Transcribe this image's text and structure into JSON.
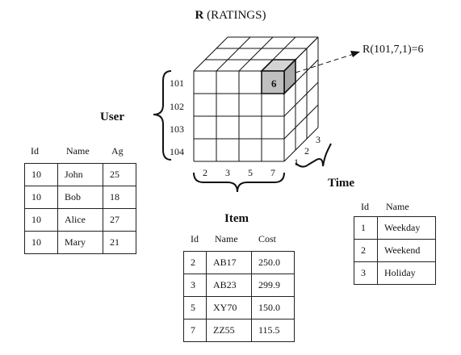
{
  "title": {
    "bold_part": "R",
    "rest": " (RATINGS)"
  },
  "annotation": "R(101,7,1)=6",
  "highlight_value": "6",
  "highlight_color": "#bfbfbf",
  "user_label": "User",
  "item_label": "Item",
  "time_label": "Time",
  "user_axis": [
    "101",
    "102",
    "103",
    "104"
  ],
  "item_axis": [
    "2",
    "3",
    "5",
    "7"
  ],
  "time_axis": [
    "1",
    "2",
    "3"
  ],
  "user_table": {
    "headers": [
      "Id",
      "Name",
      "Ag"
    ],
    "rows": [
      [
        "10",
        "John",
        "25"
      ],
      [
        "10",
        "Bob",
        "18"
      ],
      [
        "10",
        "Alice",
        "27"
      ],
      [
        "10",
        "Mary",
        "21"
      ]
    ]
  },
  "item_table": {
    "headers": [
      "Id",
      "Name",
      "Cost"
    ],
    "rows": [
      [
        "2",
        "AB17",
        "250.0"
      ],
      [
        "3",
        "AB23",
        "299.9"
      ],
      [
        "5",
        "XY70",
        "150.0"
      ],
      [
        "7",
        "ZZ55",
        "115.5"
      ]
    ]
  },
  "time_table": {
    "headers": [
      "Id",
      "Name"
    ],
    "rows": [
      [
        "1",
        "Weekday"
      ],
      [
        "2",
        "Weekend"
      ],
      [
        "3",
        "Holiday"
      ]
    ]
  }
}
